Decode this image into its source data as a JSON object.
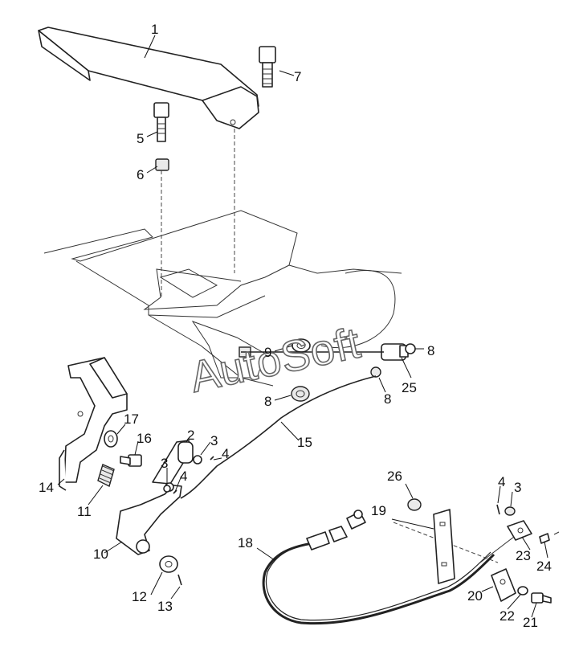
{
  "watermark": "AutoSoft",
  "callouts": [
    {
      "id": "c1",
      "text": "1"
    },
    {
      "id": "c7",
      "text": "7"
    },
    {
      "id": "c5",
      "text": "5"
    },
    {
      "id": "c6",
      "text": "6"
    },
    {
      "id": "c9",
      "text": "9"
    },
    {
      "id": "c8a",
      "text": "8"
    },
    {
      "id": "c8b",
      "text": "8"
    },
    {
      "id": "c8c",
      "text": "8"
    },
    {
      "id": "c25",
      "text": "25"
    },
    {
      "id": "c15",
      "text": "15"
    },
    {
      "id": "c17",
      "text": "17"
    },
    {
      "id": "c16",
      "text": "16"
    },
    {
      "id": "c2",
      "text": "2"
    },
    {
      "id": "c3a",
      "text": "3"
    },
    {
      "id": "c4a",
      "text": "4"
    },
    {
      "id": "c3b",
      "text": "3"
    },
    {
      "id": "c4b",
      "text": "4"
    },
    {
      "id": "c14",
      "text": "14"
    },
    {
      "id": "c11",
      "text": "11"
    },
    {
      "id": "c10",
      "text": "10"
    },
    {
      "id": "c12",
      "text": "12"
    },
    {
      "id": "c13",
      "text": "13"
    },
    {
      "id": "c26",
      "text": "26"
    },
    {
      "id": "c19",
      "text": "19"
    },
    {
      "id": "c4c",
      "text": "4"
    },
    {
      "id": "c3c",
      "text": "3"
    },
    {
      "id": "c18",
      "text": "18"
    },
    {
      "id": "c23",
      "text": "23"
    },
    {
      "id": "c24",
      "text": "24"
    },
    {
      "id": "c20",
      "text": "20"
    },
    {
      "id": "c22",
      "text": "22"
    },
    {
      "id": "c21",
      "text": "21"
    }
  ]
}
